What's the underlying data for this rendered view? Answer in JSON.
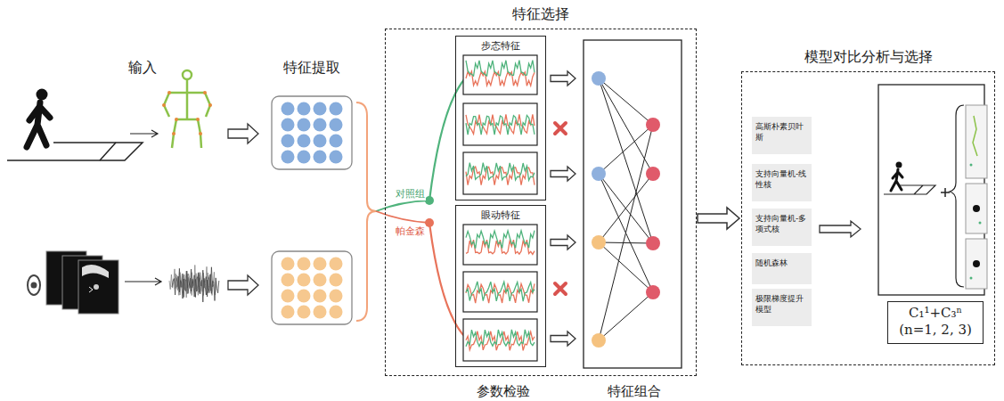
{
  "diagram": {
    "nodes": [
      {
        "text": [
          "特征选择"
        ]
      },
      {
        "text": [
          "步态特征"
        ],
        "in": 0
      },
      {
        "text": [
          "眼动特征"
        ],
        "in": 0
      },
      {
        "text": [
          "模型对比分析与选择"
        ]
      },
      {
        "text": [
          "高斯朴素贝叶斯"
        ],
        "in": 3
      },
      {
        "text": [
          "支持向量机-线性核"
        ],
        "in": 3
      },
      {
        "text": [
          "支持向量机-多项式核"
        ],
        "in": 3
      },
      {
        "text": [
          "随机森林"
        ],
        "in": 3
      },
      {
        "text": [
          "极限梯度提升模型"
        ],
        "in": 3
      },
      {
        "text": [
          "C₁¹+C₃ⁿ",
          "(n=1, 2, 3)"
        ],
        "in": 3
      }
    ],
    "edges": [
      {
        "from": 0,
        "to": 3,
        "arrow": "to"
      }
    ],
    "labels": [
      "输入",
      "特征提取",
      "对照组",
      "帕金森",
      "参数检验",
      "特征组合"
    ]
  }
}
